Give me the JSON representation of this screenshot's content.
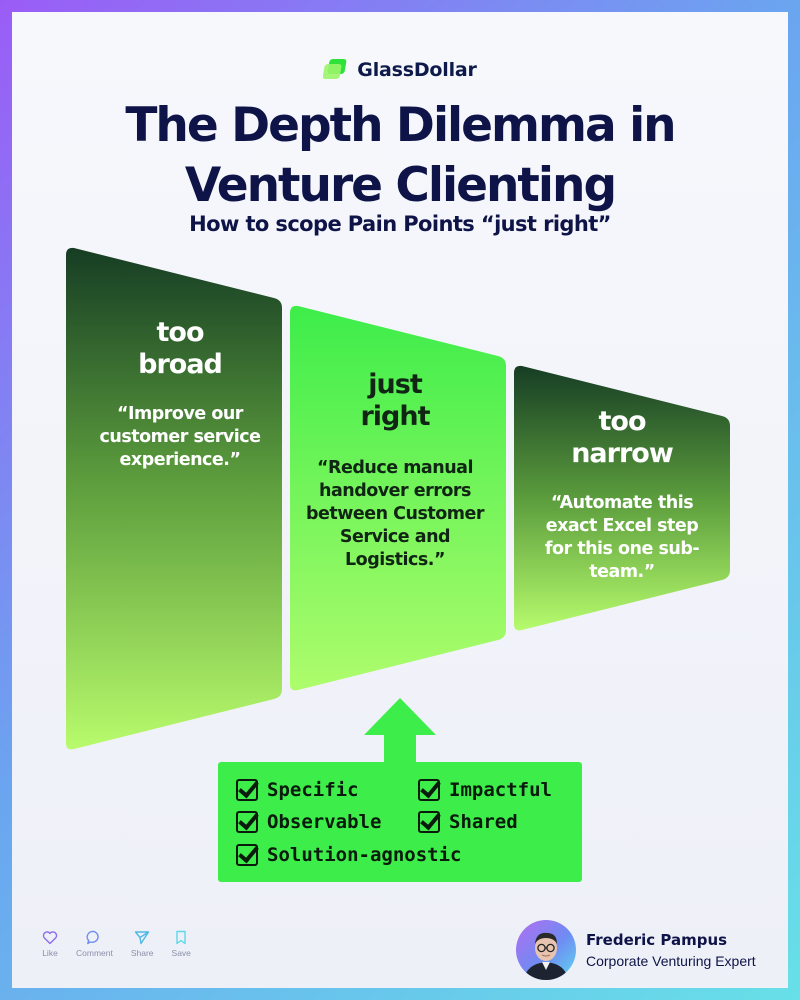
{
  "brand": {
    "name": "GlassDollar"
  },
  "title": {
    "line1": "The Depth Dilemma in",
    "line2": "Venture Clienting"
  },
  "subtitle": "How to scope Pain Points “just right”",
  "cards": {
    "broad": {
      "label": "too\nbroad",
      "quote": "“Improve our customer service experience.”"
    },
    "right": {
      "label": "just\nright",
      "quote": "“Reduce manual handover errors between Customer Service and Logistics.”"
    },
    "narrow": {
      "label": "too\nnarrow",
      "quote": "“Automate this exact Excel step for this one sub-team.”"
    }
  },
  "criteria": [
    "Specific",
    "Impactful",
    "Observable",
    "Shared",
    "Solution-agnostic"
  ],
  "actions": {
    "like": "Like",
    "comment": "Comment",
    "share": "Share",
    "save": "Save"
  },
  "author": {
    "name": "Frederic Pampus",
    "role": "Corporate Venturing Expert"
  },
  "colors": {
    "navy": "#0e1447",
    "green_bright": "#3ded4a",
    "green_dark": "#16402a",
    "green_light": "#b4fc6e",
    "action_icon": "#8b6cf0"
  }
}
